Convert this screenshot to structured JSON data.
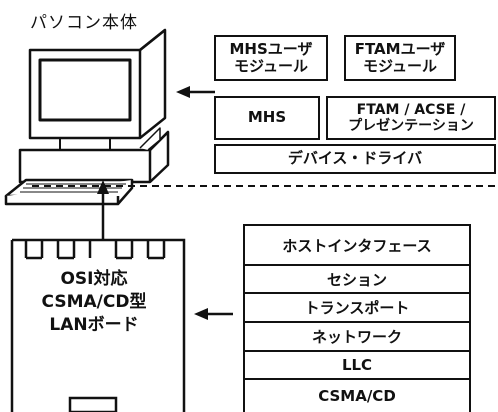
{
  "title": "パソコン本体",
  "software": {
    "mhs_user_module": "MHSユーザ\nモジュール",
    "ftam_user_module": "FTAMユーザ\nモジュール",
    "mhs": "MHS",
    "ftam_acse": "FTAM / ACSE /\nプレゼンテーション",
    "device_driver": "デバイス・ドライバ"
  },
  "board": {
    "label": "OSI対応\nCSMA/CD型\nLANボード"
  },
  "protocol_stack": [
    "ホストインタフェース",
    "セション",
    "トランスポート",
    "ネットワーク",
    "LLC",
    "CSMA/CD"
  ]
}
